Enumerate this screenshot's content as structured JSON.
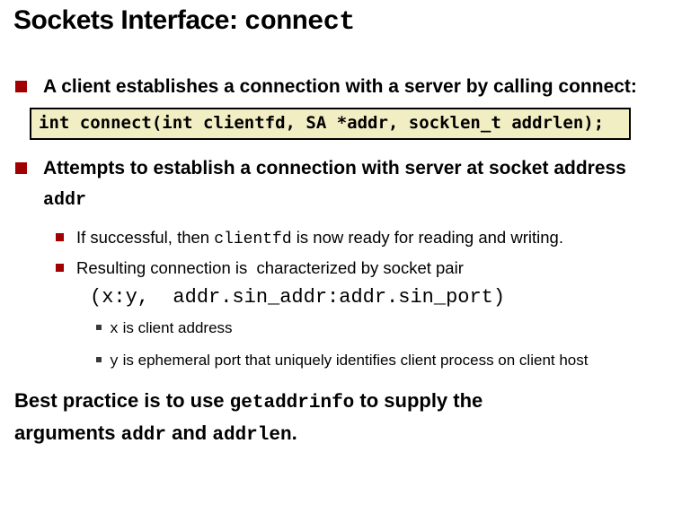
{
  "colors": {
    "background": "#FFFFFF",
    "text": "#000000",
    "bullet_red": "#A00000",
    "mini_bullet": "#3A3A3A",
    "code_bg": "#F2EEC3",
    "code_border": "#000000"
  },
  "title": {
    "text": "Sockets Interface: ",
    "code": "connect"
  },
  "bullets": {
    "b1": {
      "text": "A client establishes a connection with a server by calling connect:"
    },
    "code_box": "int connect(int clientfd, SA *addr, socklen_t addrlen);",
    "b2": {
      "text": "Attempts to establish a connection with server at socket address ",
      "code": "addr"
    },
    "sub_success": {
      "pre": "If successful, then ",
      "code": "clientfd",
      "post": " is now ready for reading and writing."
    },
    "sub_pair": {
      "text": "Resulting connection is  characterized by socket pair"
    },
    "pair_tuple": "(x:y,  addr.sin_addr:addr.sin_port)",
    "sub_x": {
      "code": "x",
      "text": " is client address"
    },
    "sub_y": {
      "code": "y",
      "text": " is ephemeral port that uniquely identifies client process on client host"
    }
  },
  "footer": {
    "t1": "Best practice is to use ",
    "c1": "getaddrinfo",
    "t2": " to supply the arguments ",
    "c2": "addr",
    "t3": " and ",
    "c3": "addrlen",
    "t4": "."
  }
}
